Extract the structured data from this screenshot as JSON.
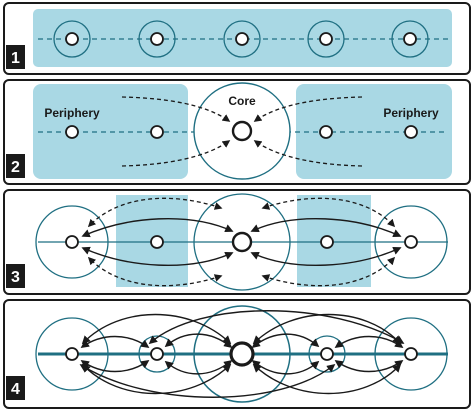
{
  "colors": {
    "fill": "#a9d8e4",
    "stroke": "#1f6f82",
    "dark": "#1a1a1a",
    "badge": "#1a1a1a",
    "badge_text": "#ffffff"
  },
  "panels": [
    {
      "id": "1",
      "label": "1"
    },
    {
      "id": "2",
      "label": "2",
      "core_label": "Core",
      "periphery_left_label": "Periphery",
      "periphery_right_label": "Periphery"
    },
    {
      "id": "3",
      "label": "3"
    },
    {
      "id": "4",
      "label": "4"
    }
  ]
}
